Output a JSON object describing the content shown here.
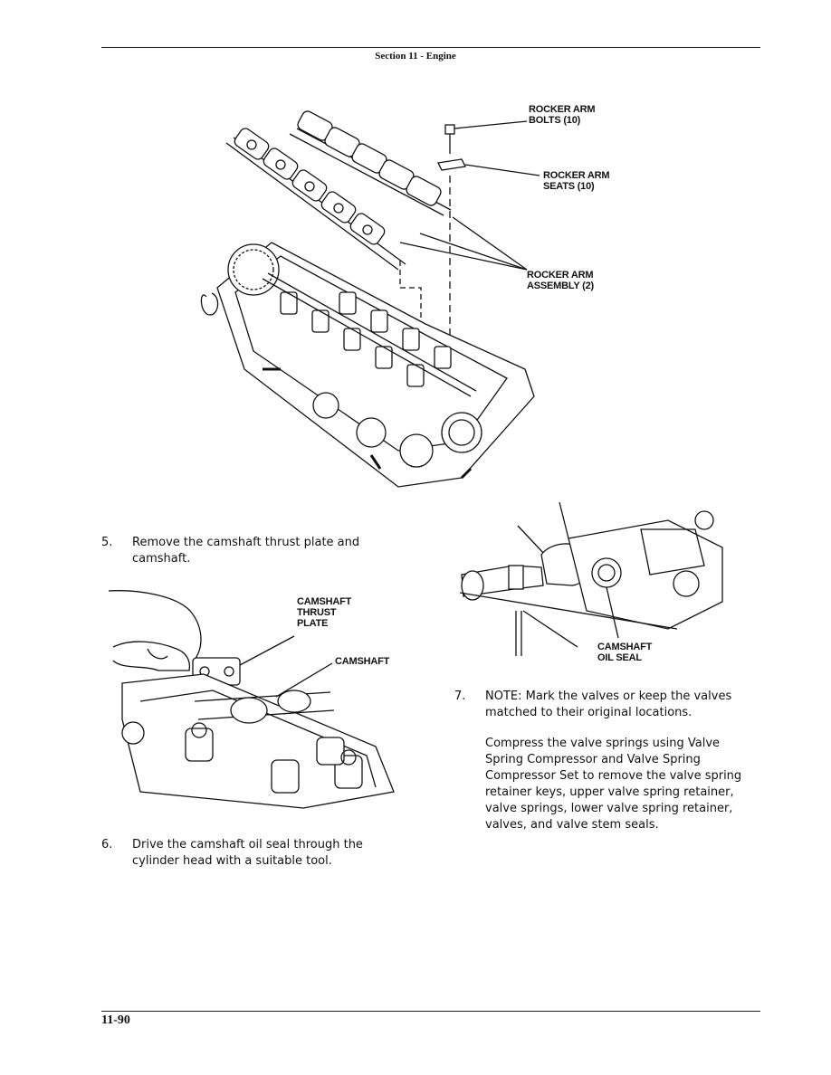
{
  "header": {
    "section_title": "Section 11 - Engine"
  },
  "figure_top": {
    "labels": {
      "bolts": "ROCKER ARM\nBOLTS (10)",
      "seats": "ROCKER ARM\nSEATS (10)",
      "assembly": "ROCKER ARM\nASSEMBLY (2)"
    }
  },
  "figure_left": {
    "labels": {
      "thrust_plate": "CAMSHAFT\nTHRUST\nPLATE",
      "camshaft": "CAMSHAFT"
    }
  },
  "figure_right": {
    "labels": {
      "oil_seal": "CAMSHAFT\nOIL SEAL"
    }
  },
  "steps": [
    {
      "number": "5.",
      "text": "Remove the camshaft thrust plate and\ncamshaft."
    },
    {
      "number": "6.",
      "text": "Drive the camshaft oil seal through the\ncylinder head with a suitable tool."
    },
    {
      "number": "7.",
      "text": "NOTE: Mark the valves or keep the valves\nmatched to their original locations."
    }
  ],
  "step7_body": "Compress the valve springs using Valve\nSpring Compressor and Valve Spring\nCompressor Set to remove the valve spring\nretainer keys, upper valve spring retainer,\nvalve springs, lower valve spring retainer,\nvalves, and valve stem seals.",
  "footer": {
    "page_number": "11-90"
  }
}
